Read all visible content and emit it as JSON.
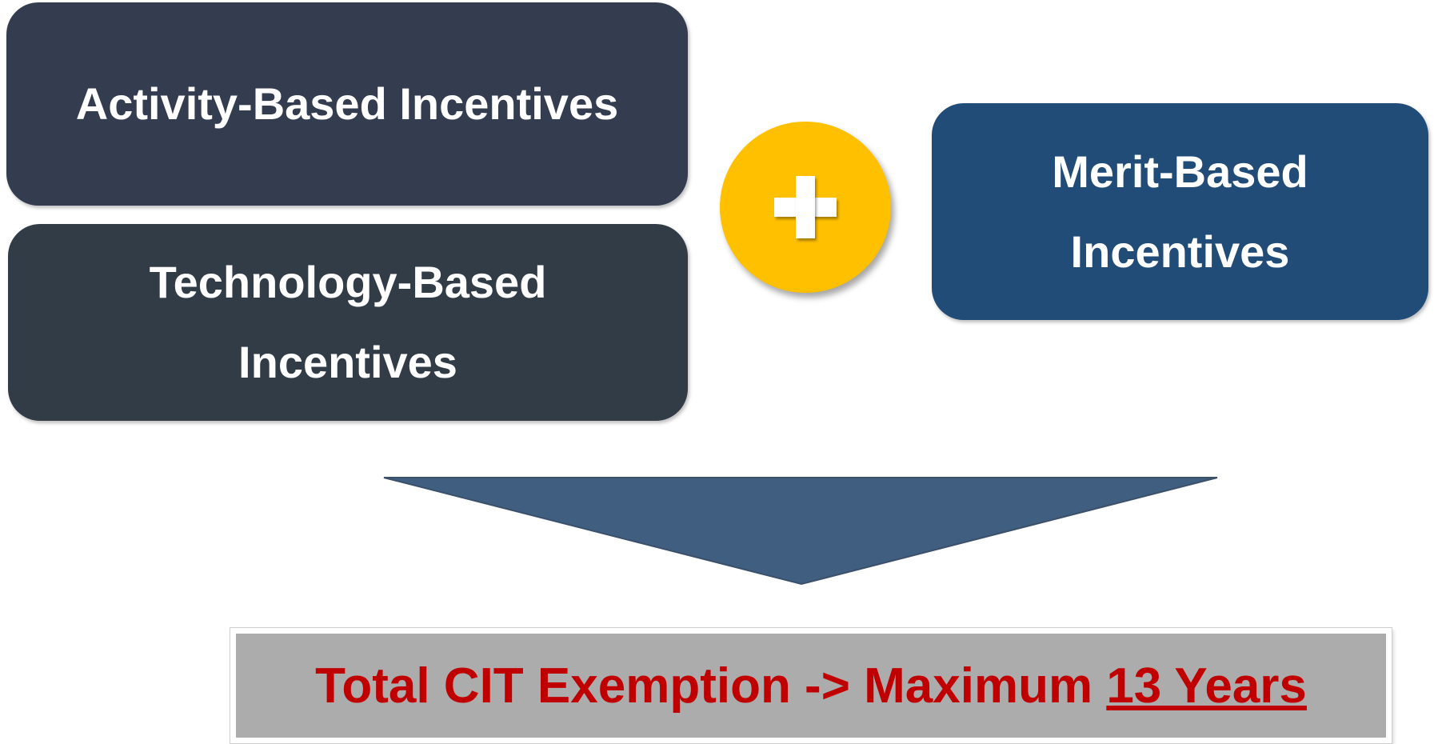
{
  "activity": {
    "label": "Activity-Based Incentives"
  },
  "technology": {
    "line1": "Technology-Based",
    "line2": "Incentives"
  },
  "merit": {
    "line1": "Merit-Based",
    "line2": "Incentives"
  },
  "result": {
    "prefix": "Total CIT Exemption -> Maximum ",
    "years": "13 Years"
  },
  "colors": {
    "activity_box": "#343d4f",
    "technology_box": "#323c47",
    "merit_box": "#224c78",
    "plus_circle": "#ffc000",
    "arrow": "#405e80",
    "result_box": "#acacac",
    "result_text": "#c00000"
  },
  "icons": {
    "plus": "plus-icon",
    "arrow": "down-arrow-icon"
  }
}
